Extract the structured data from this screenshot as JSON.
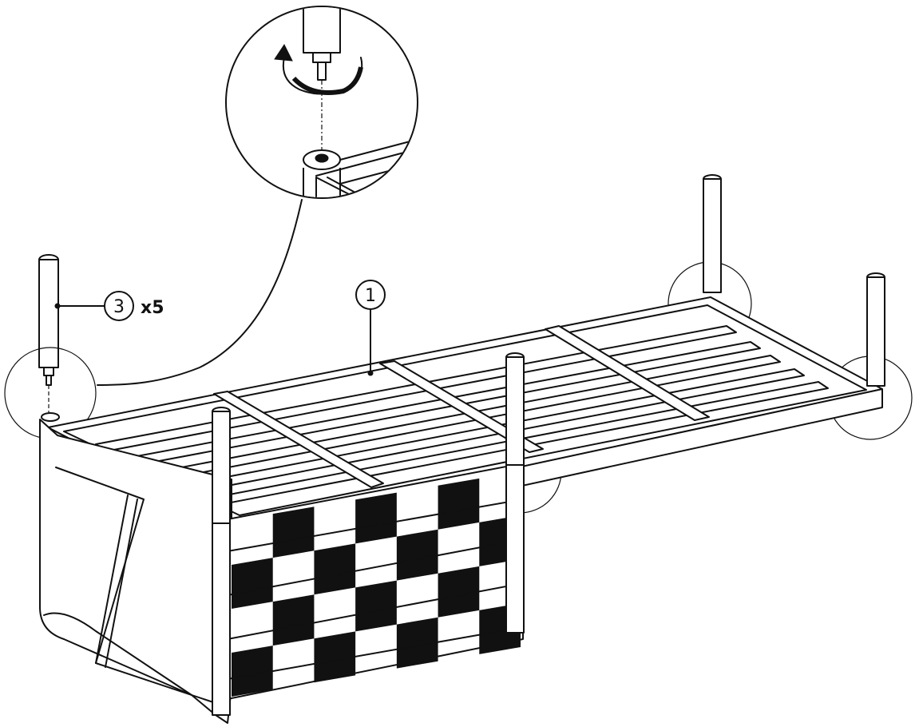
{
  "callouts": {
    "frame_part": {
      "number": "1"
    },
    "leg_part": {
      "number": "3",
      "quantity": "x5"
    }
  },
  "colors": {
    "line": "#111111",
    "background": "#ffffff",
    "fabric_dark": "#111111",
    "fabric_light": "#ffffff"
  },
  "icons": [
    "rotate-arrow-icon"
  ]
}
